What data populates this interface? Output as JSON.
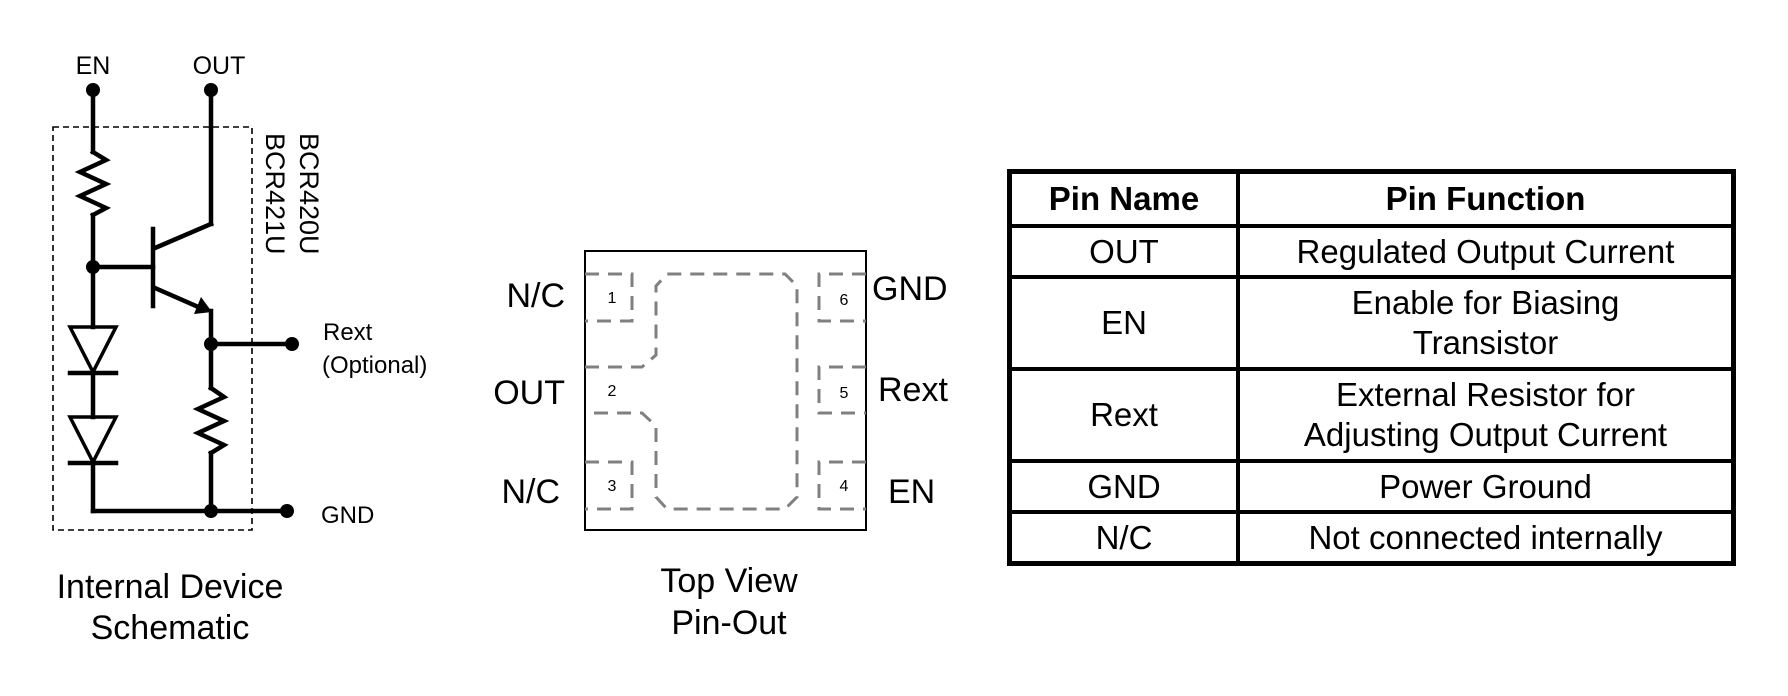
{
  "schematic": {
    "terminal_labels": {
      "en": "EN",
      "out": "OUT",
      "rext": "Rext",
      "rext_note": "(Optional)",
      "gnd": "GND"
    },
    "part_numbers": [
      "BCR420U",
      "BCR421U"
    ],
    "caption": [
      "Internal Device",
      "Schematic"
    ],
    "components": [
      "resistor",
      "npn-transistor",
      "diode",
      "diode",
      "resistor"
    ]
  },
  "pinout": {
    "caption": [
      "Top View",
      "Pin-Out"
    ],
    "pins": [
      {
        "number": "1",
        "label": "N/C",
        "side": "left"
      },
      {
        "number": "2",
        "label": "OUT",
        "side": "left"
      },
      {
        "number": "3",
        "label": "N/C",
        "side": "left"
      },
      {
        "number": "4",
        "label": "EN",
        "side": "right"
      },
      {
        "number": "5",
        "label": "Rext",
        "side": "right"
      },
      {
        "number": "6",
        "label": "GND",
        "side": "right"
      }
    ]
  },
  "table": {
    "headers": [
      "Pin Name",
      "Pin Function"
    ],
    "rows": [
      {
        "name": "OUT",
        "function": [
          "Regulated Output Current"
        ]
      },
      {
        "name": "EN",
        "function": [
          "Enable for Biasing",
          "Transistor"
        ]
      },
      {
        "name": "Rext",
        "function": [
          "External Resistor for",
          "Adjusting Output Current"
        ]
      },
      {
        "name": "GND",
        "function": [
          "Power Ground"
        ]
      },
      {
        "name": "N/C",
        "function": [
          "Not connected internally"
        ]
      }
    ]
  }
}
